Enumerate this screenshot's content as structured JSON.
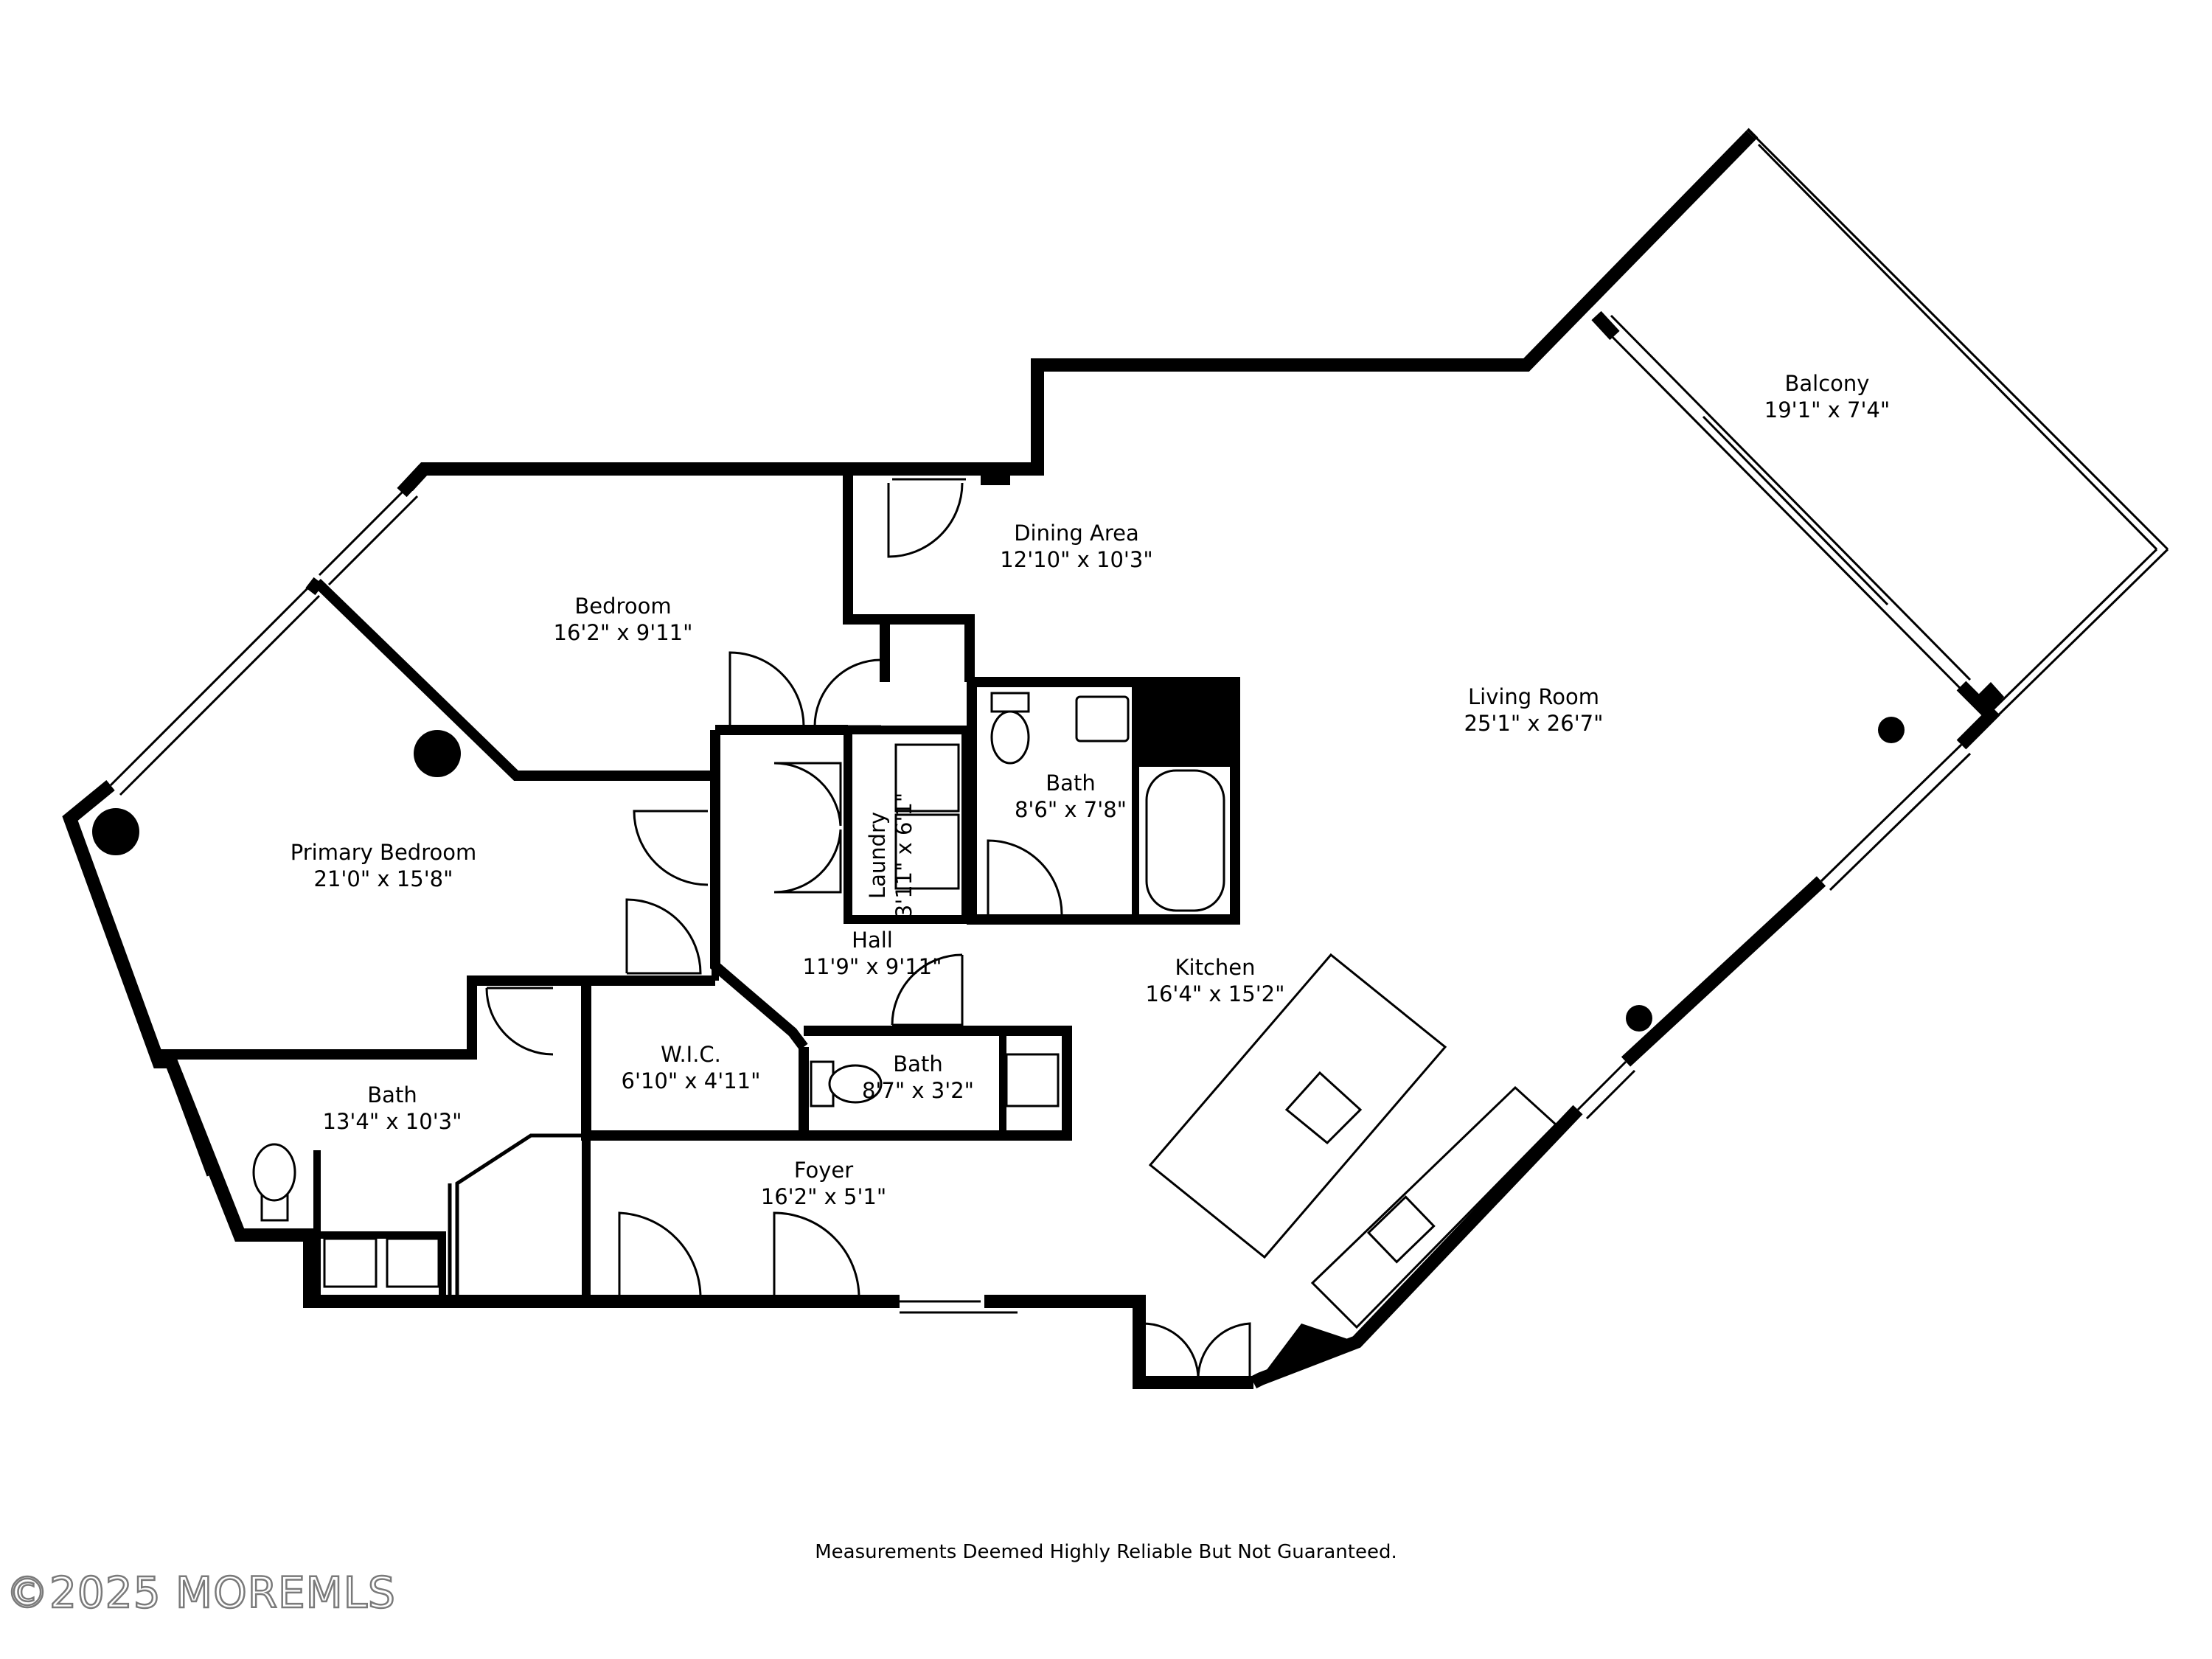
{
  "rooms": {
    "balcony": {
      "name": "Balcony",
      "dim": "19'1\" x 7'4\""
    },
    "dining": {
      "name": "Dining Area",
      "dim": "12'10\" x 10'3\""
    },
    "bedroom": {
      "name": "Bedroom",
      "dim": "16'2\" x 9'11\""
    },
    "living": {
      "name": "Living Room",
      "dim": "25'1\" x 26'7\""
    },
    "bath1": {
      "name": "Bath",
      "dim": "8'6\" x 7'8\""
    },
    "laundry": {
      "name": "Laundry",
      "dim": "3'11\" x 6'1\""
    },
    "primary": {
      "name": "Primary Bedroom",
      "dim": "21'0\" x 15'8\""
    },
    "hall": {
      "name": "Hall",
      "dim": "11'9\" x 9'11\""
    },
    "kitchen": {
      "name": "Kitchen",
      "dim": "16'4\" x 15'2\""
    },
    "wic": {
      "name": "W.I.C.",
      "dim": "6'10\" x 4'11\""
    },
    "bath2": {
      "name": "Bath",
      "dim": "8'7\" x 3'2\""
    },
    "bath3": {
      "name": "Bath",
      "dim": "13'4\" x 10'3\""
    },
    "foyer": {
      "name": "Foyer",
      "dim": "16'2\" x 5'1\""
    }
  },
  "disclaimer": "Measurements Deemed Highly Reliable But Not Guaranteed.",
  "watermark": "©2025 MOREMLS"
}
